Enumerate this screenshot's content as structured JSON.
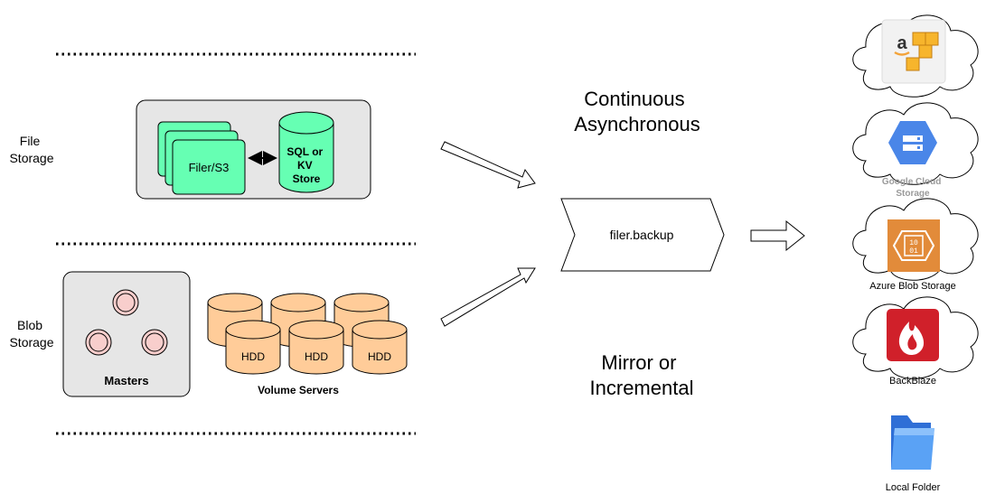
{
  "labels": {
    "file_storage": [
      "File",
      "Storage"
    ],
    "blob_storage": [
      "Blob",
      "Storage"
    ],
    "filer": "Filer/S3",
    "sql_store": [
      "SQL or",
      "KV",
      "Store"
    ],
    "masters": "Masters",
    "hdd": "HDD",
    "volume_servers": "Volume Servers",
    "continuous": [
      "Continuous",
      "Asynchronous"
    ],
    "backup": "filer.backup",
    "mirror": [
      "Mirror or",
      "Incremental"
    ]
  },
  "destinations": {
    "amazon": {
      "icon": "amazon-s3-icon",
      "label": ""
    },
    "google": {
      "icon": "google-cloud-storage-icon",
      "label": [
        "Google Cloud",
        "Storage"
      ]
    },
    "azure": {
      "icon": "azure-blob-storage-icon",
      "label": "Azure Blob Storage",
      "icon_text": [
        "10",
        "01"
      ]
    },
    "backblaze": {
      "icon": "backblaze-icon",
      "label": "BackBlaze"
    },
    "local": {
      "icon": "folder-icon",
      "label": "Local Folder"
    }
  },
  "colors": {
    "filer_green": "#66ffb3",
    "panel_gray": "#e6e6e6",
    "hdd_orange": "#ffcc99",
    "master_pink": "#f8cecc",
    "azure_orange": "#e28b3a",
    "google_blue": "#4a86e8",
    "backblaze_red": "#d0202a",
    "folder_blue": "#3d8bea"
  }
}
